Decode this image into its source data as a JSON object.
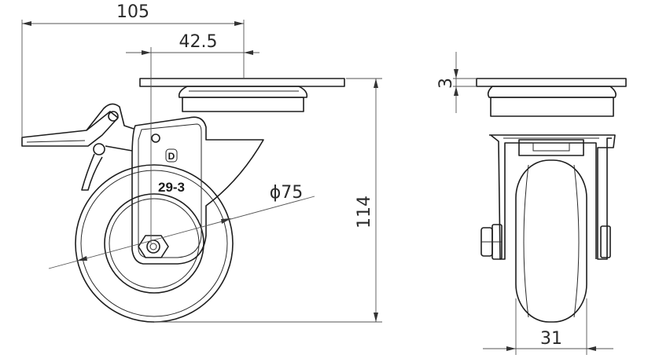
{
  "drawing": {
    "dimensions": {
      "overall_offset": "105",
      "swivel_offset": "42.5",
      "wheel_diameter": "ϕ75",
      "plate_thickness": "3",
      "overall_height": "114",
      "wheel_width": "31"
    },
    "part_label": "29-3",
    "logo_text": "D",
    "line_color": "#1e1e1e",
    "background_color": "#ffffff"
  }
}
